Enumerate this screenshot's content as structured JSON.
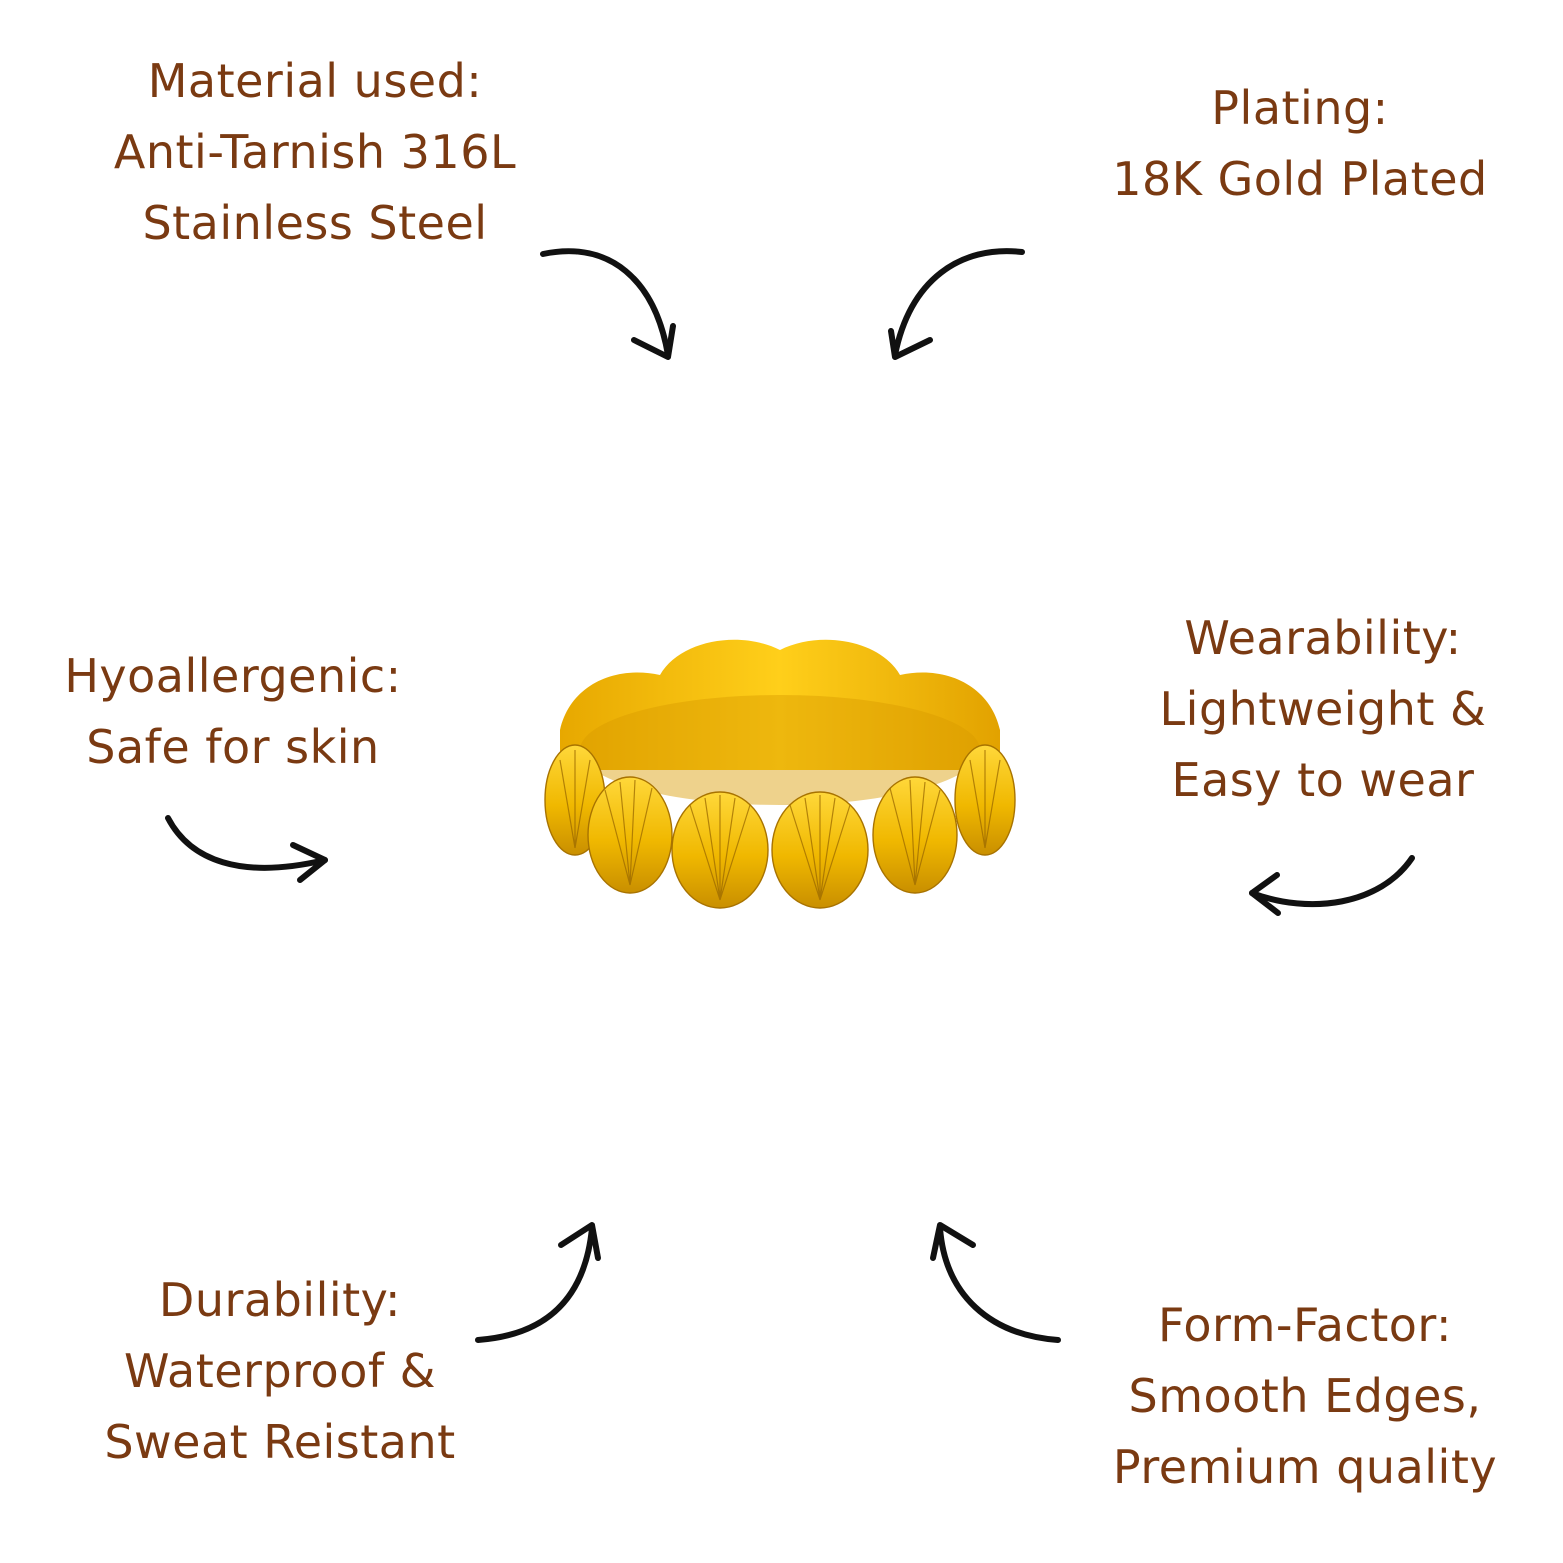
{
  "features": {
    "material": {
      "heading": "Material used:",
      "line1": "Anti-Tarnish 316L",
      "line2": "Stainless Steel"
    },
    "plating": {
      "heading": "Plating:",
      "line1": "18K Gold Plated"
    },
    "hypoallergenic": {
      "heading": "Hyoallergenic:",
      "line1": "Safe for skin"
    },
    "wearability": {
      "heading": "Wearability:",
      "line1": "Lightweight &",
      "line2": "Easy to wear"
    },
    "durability": {
      "heading": "Durability:",
      "line1": "Waterproof &",
      "line2": "Sweat Reistant"
    },
    "form_factor": {
      "heading": "Form-Factor:",
      "line1": "Smooth Edges,",
      "line2": "Premium quality"
    }
  },
  "colors": {
    "text": "#7a3a12",
    "arrow": "#111111",
    "gold": "#f2c200",
    "gold_dark": "#c98f00",
    "background": "#ffffff"
  },
  "icons": {
    "arrows": "curved-arrow-icon",
    "product": "gold-seashell-ring"
  }
}
